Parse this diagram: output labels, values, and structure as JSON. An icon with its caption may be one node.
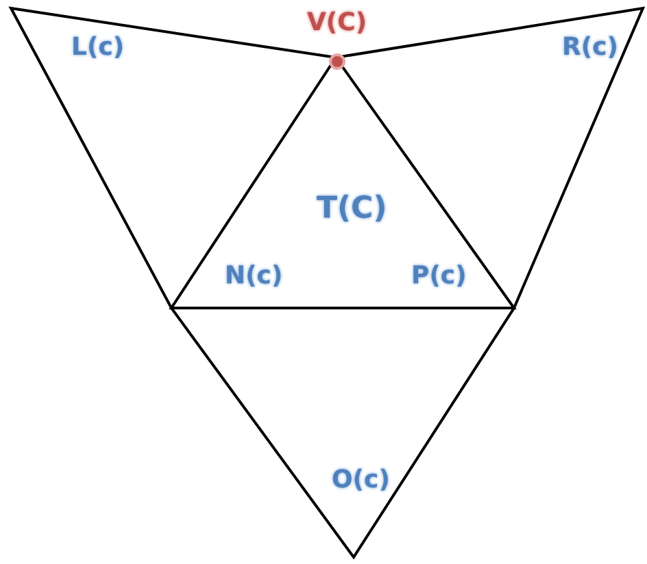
{
  "diagram": {
    "labels": [
      "V(C)",
      "L(c)",
      "R(c)",
      "T(C)",
      "N(c)",
      "P(c)",
      "O(c)"
    ]
  }
}
